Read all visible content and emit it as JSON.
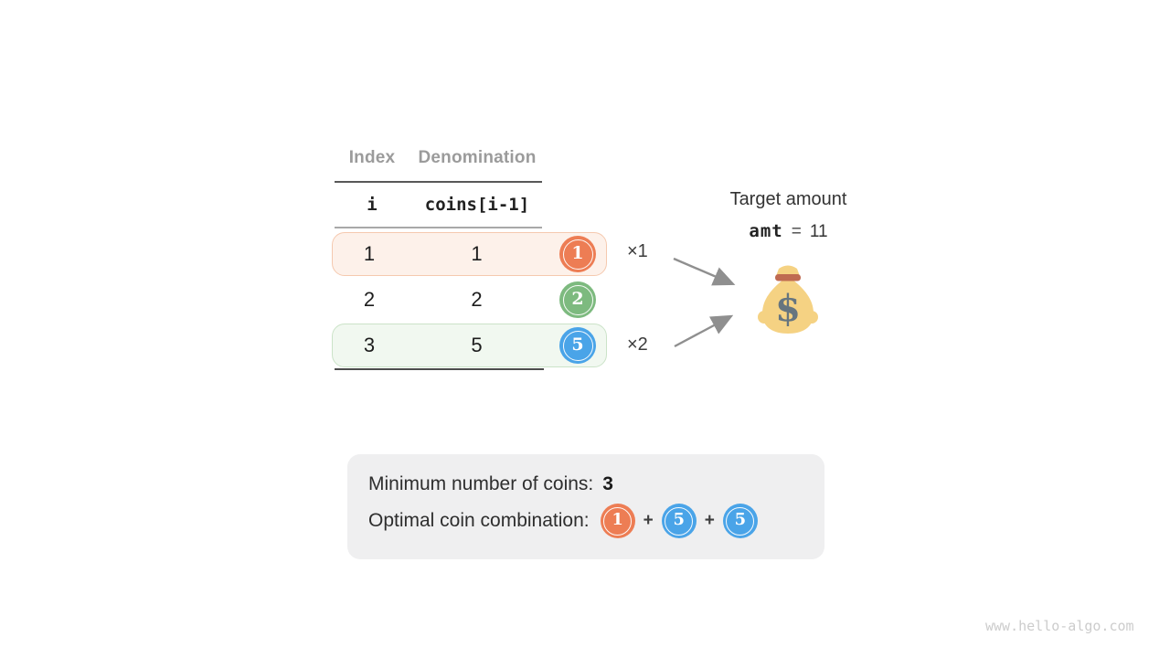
{
  "page": {
    "watermark": "www.hello-algo.com"
  },
  "table": {
    "column_headers": [
      "Index",
      "Denomination"
    ],
    "code_headers": [
      "i",
      "coins[i-1]"
    ],
    "rows": [
      {
        "index": "1",
        "denomination": "1",
        "coin_label": "1"
      },
      {
        "index": "2",
        "denomination": "2",
        "coin_label": "2"
      },
      {
        "index": "3",
        "denomination": "5",
        "coin_label": "5"
      }
    ],
    "multipliers": {
      "row1": "×1",
      "row3": "×2"
    }
  },
  "target": {
    "title": "Target amount",
    "variable": "amt",
    "equals": "=",
    "amount": "11",
    "icon": "money-bag-icon"
  },
  "summary": {
    "min_label": "Minimum number of coins:",
    "min_value": "3",
    "combo_label": "Optimal coin combination:",
    "combo_coins": [
      "1",
      "5",
      "5"
    ],
    "plus": "+"
  },
  "colors": {
    "coin_orange": "#ED7D54",
    "coin_green": "#7DBA7F",
    "coin_blue": "#4AA4E8",
    "row_highlight_orange_bg": "#FDF1EA",
    "row_highlight_orange_border": "#F5C9AF",
    "row_highlight_green_bg": "#F1F8F0",
    "row_highlight_green_border": "#CBE3C8",
    "summary_box_bg": "#EFEFF0",
    "arrow_gray": "#8F8F8F",
    "header_gray": "#9B9B9B",
    "moneybag_body": "#F5D283",
    "moneybag_band": "#BF6A51",
    "moneybag_dollar": "#66757F"
  }
}
